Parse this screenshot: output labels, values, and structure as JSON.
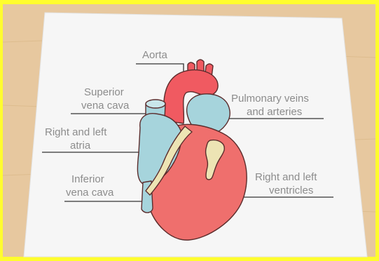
{
  "colors": {
    "frame": "#fffd2e",
    "wood": "#e7c89f",
    "paper": "#f7f7f7",
    "heart_red": "#ef6f6d",
    "vessel_red": "#f05a61",
    "vessel_blue": "#a6d4dc",
    "fat_cream": "#ede4b4",
    "outline": "#5b2c2c",
    "leader": "#333333",
    "label": "#8c8c8c"
  },
  "labels": {
    "aorta": "Aorta",
    "superior_1": "Superior",
    "superior_2": "vena cava",
    "atria_1": "Right and left",
    "atria_2": "atria",
    "inferior_1": "Inferior",
    "inferior_2": "vena cava",
    "pulmonary_1": "Pulmonary veins",
    "pulmonary_2": "and arteries",
    "ventricles_1": "Right and left",
    "ventricles_2": "ventricles"
  }
}
